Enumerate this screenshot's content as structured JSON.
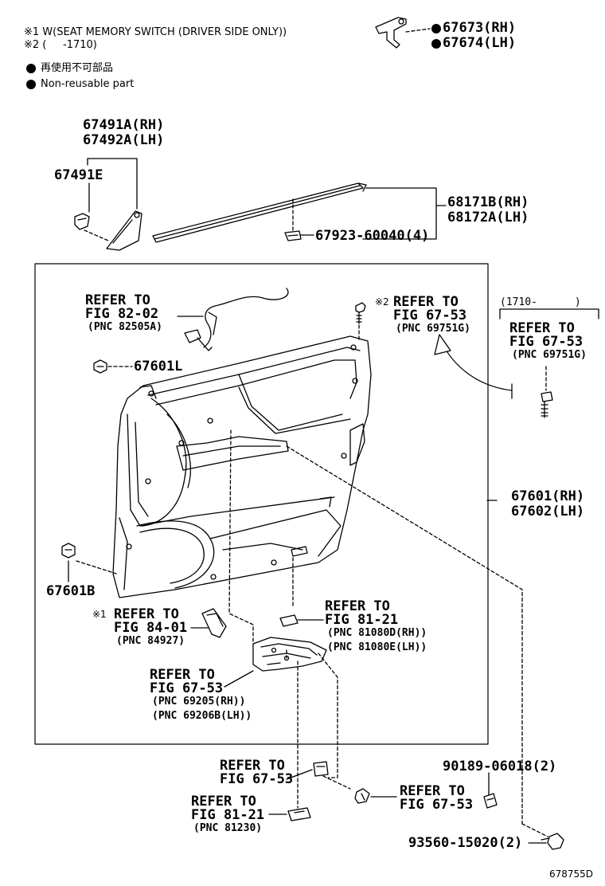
{
  "notes": {
    "note1": "※1 W(SEAT MEMORY SWITCH (DRIVER SIDE ONLY))",
    "note2": "※2 (     -1710)",
    "legend_jp": "再使用不可部品",
    "legend_en": "Non-reusable part"
  },
  "parts": {
    "p67673": "67673(RH)",
    "p67674": "67674(LH)",
    "p67491a": "67491A(RH)",
    "p67492a": "67492A(LH)",
    "p67491e": "67491E",
    "p68171b": "68171B(RH)",
    "p68172a": "68172A(LH)",
    "p67923": "67923-60040(4)",
    "p67601l": "67601L",
    "p67601": "67601(RH)",
    "p67602": "67602(LH)",
    "p67601b": "67601B",
    "p90189": "90189-06018(2)",
    "p93560": "93560-15020(2)"
  },
  "refs": {
    "r1": {
      "l1": "REFER TO",
      "l2": "FIG 82-02",
      "pnc": "(PNC 82505A)"
    },
    "r2": {
      "mark": "※2",
      "l1": "REFER TO",
      "l2": "FIG 67-53",
      "pnc": "(PNC 69751G)"
    },
    "r3": {
      "range": "(1710-      )",
      "l1": "REFER TO",
      "l2": "FIG 67-53",
      "pnc": "(PNC 69751G)"
    },
    "r4": {
      "mark": "※1",
      "l1": "REFER TO",
      "l2": "FIG 84-01",
      "pnc": "(PNC 84927)"
    },
    "r5": {
      "l1": "REFER TO",
      "l2": "FIG 81-21",
      "pnc1": "(PNC 81080D(RH))",
      "pnc2": "(PNC 81080E(LH))"
    },
    "r6": {
      "l1": "REFER TO",
      "l2": "FIG 67-53",
      "pnc1": "(PNC 69205(RH))",
      "pnc2": "(PNC 69206B(LH))"
    },
    "r7": {
      "l1": "REFER TO",
      "l2": "FIG 67-53"
    },
    "r8": {
      "l1": "REFER TO",
      "l2": "FIG 67-53"
    },
    "r9": {
      "l1": "REFER TO",
      "l2": "FIG 81-21",
      "pnc": "(PNC 81230)"
    }
  },
  "footer": {
    "code": "678755D"
  }
}
